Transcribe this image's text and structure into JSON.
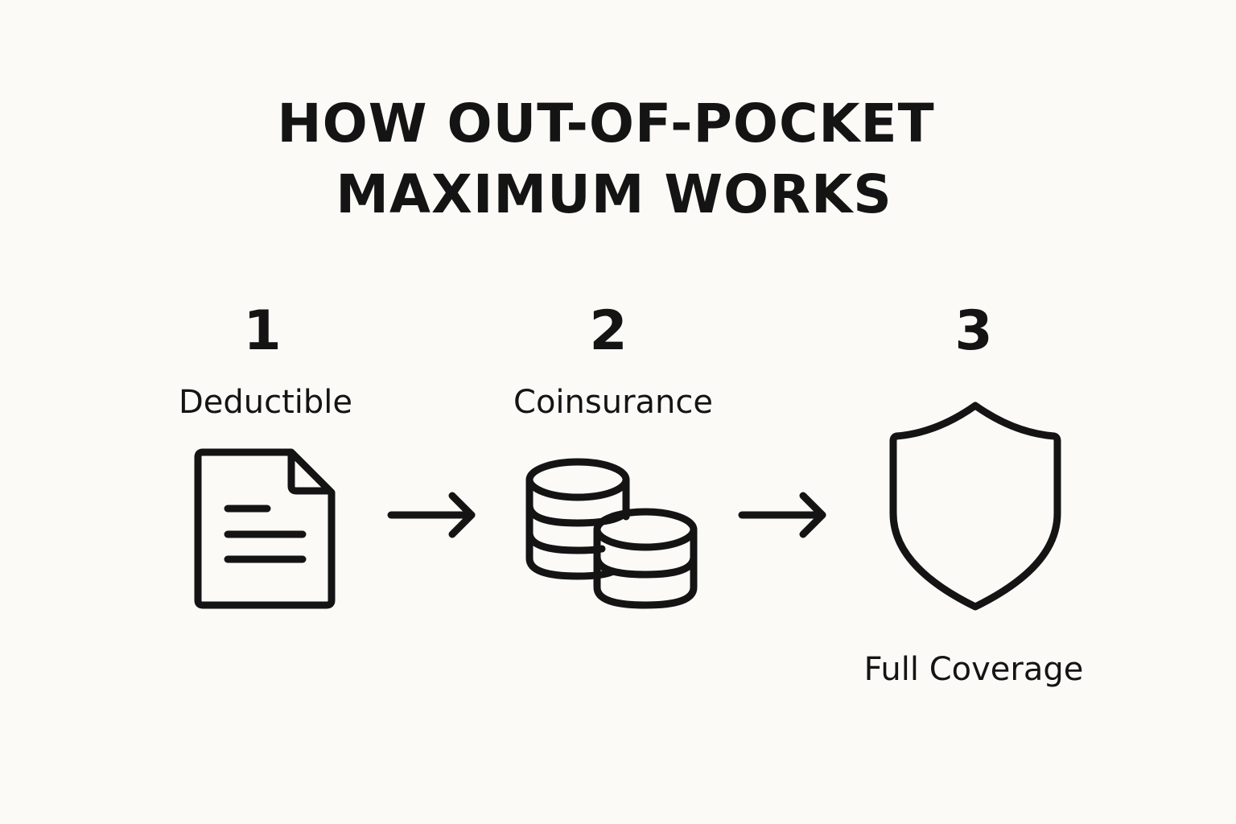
{
  "title": {
    "line1": "HOW OUT-OF-POCKET",
    "line2": "MAXIMUM WORKS"
  },
  "steps": [
    {
      "number": "1",
      "label": "Deductible",
      "icon": "document-icon"
    },
    {
      "number": "2",
      "label": "Coinsurance",
      "icon": "coins-icon"
    },
    {
      "number": "3",
      "label": "Full Coverage",
      "icon": "shield-icon"
    }
  ],
  "connectors": [
    "arrow-right-icon",
    "arrow-right-icon"
  ],
  "colors": {
    "background": "#fbfaf6",
    "ink": "#141414"
  }
}
